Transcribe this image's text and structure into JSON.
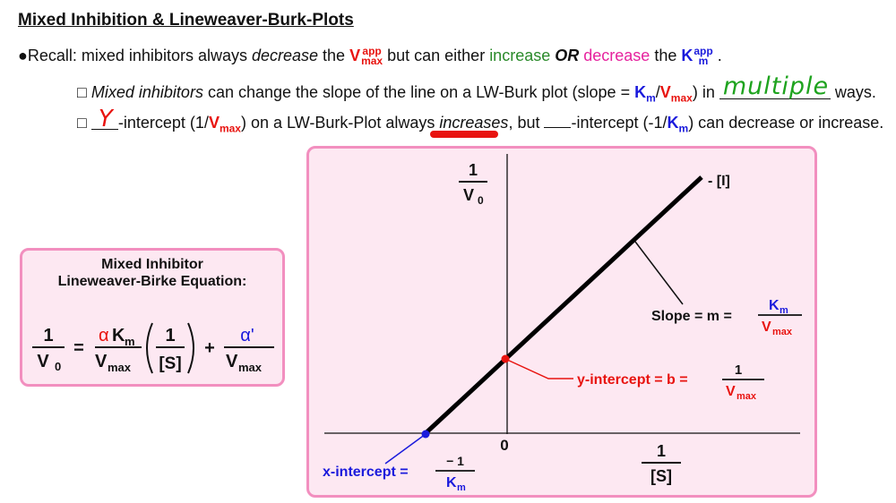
{
  "header": {
    "title": "Mixed Inhibition & Lineweaver-Burk-Plots"
  },
  "recall": {
    "bullet": "●",
    "prefix": "Recall: mixed inhibitors always ",
    "decrease_word": "decrease",
    "the_word": " the ",
    "vmax_letter": "V",
    "vmax_sup": "app",
    "vmax_sub": "max",
    "middle": " but can either ",
    "increase_word": "increase",
    "or_word": " OR ",
    "decrease_word2": "decrease",
    "the_word2": " the ",
    "km_letter": "K",
    "km_sup": "app",
    "km_sub": "m",
    "end": " ."
  },
  "point1": {
    "checkbox": "□",
    "italic": "Mixed inhibitors",
    "text": " can change the slope of the line on a LW-Burk plot (slope = ",
    "km": "K",
    "km_sub": "m",
    "slash": "/",
    "vmax": "V",
    "vmax_sub": "max",
    "close": ") in ",
    "answer": "multiple",
    "end": " ways."
  },
  "point2": {
    "checkbox": "□",
    "answer": "Y",
    "text1": "-intercept (1/",
    "vmax": "V",
    "vmax_sub": "max",
    "text2": ") on a LW-Burk-Plot always ",
    "italic": "increases",
    "text3": ", but ",
    "text4": "-intercept (-1/",
    "km": "K",
    "km_sub": "m",
    "text5": ") can decrease or increase."
  },
  "equation_box": {
    "title_line1": "Mixed Inhibitor",
    "title_line2": "Lineweaver-Birke Equation:",
    "one": "1",
    "v0": "V",
    "v0_sub": "0",
    "equals": "=",
    "alpha": "α",
    "km": "K",
    "km_sub": "m",
    "vmax": "V",
    "vmax_sub": "max",
    "s_bracket": "[S]",
    "plus": "+",
    "alpha_prime": "α'"
  },
  "graph": {
    "y_label_num": "1",
    "y_label_den": "V",
    "y_label_den_sub": "0",
    "x_label_num": "1",
    "x_label_den": "[S]",
    "origin": "0",
    "line_label": "- [I]",
    "slope_label": "Slope = m = ",
    "slope_num": "K",
    "slope_num_sub": "m",
    "slope_den": "V",
    "slope_den_sub": "max",
    "y_intercept_label": "y-intercept = b = ",
    "y_int_num": "1",
    "y_int_den": "V",
    "y_int_den_sub": "max",
    "x_intercept_label": "x-intercept = ",
    "x_int_num": "− 1",
    "x_int_den": "K",
    "x_int_den_sub": "m",
    "colors": {
      "line": "#000000",
      "y_intercept": "#e8130f",
      "x_intercept": "#1a1adc",
      "box_border": "#f28fbf",
      "box_fill": "#fde8f2"
    }
  }
}
